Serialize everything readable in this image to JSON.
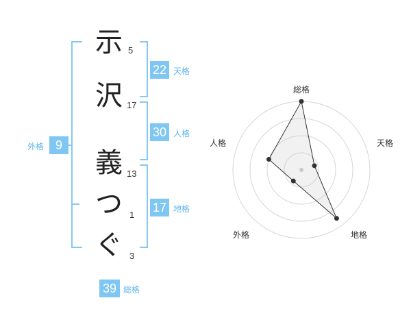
{
  "characters": [
    {
      "char": "示",
      "strokes": "5"
    },
    {
      "char": "沢",
      "strokes": "17"
    },
    {
      "char": "義",
      "strokes": "13"
    },
    {
      "char": "つ",
      "strokes": "1"
    },
    {
      "char": "ぐ",
      "strokes": "3"
    }
  ],
  "fortunes": {
    "tenkaku": {
      "value": "22",
      "label": "天格"
    },
    "jinkaku": {
      "value": "30",
      "label": "人格"
    },
    "chikaku": {
      "value": "17",
      "label": "地格"
    },
    "gaikaku": {
      "value": "9",
      "label": "外格"
    },
    "soukaku": {
      "value": "39",
      "label": "総格"
    }
  },
  "radar": {
    "axes": [
      "総格",
      "天格",
      "地格",
      "外格",
      "人格"
    ],
    "levels": 4,
    "values": [
      4,
      0.8,
      3.5,
      0.8,
      2
    ],
    "max": 4
  },
  "colors": {
    "accent": "#7fc6f2",
    "label": "#5ab4ea"
  }
}
